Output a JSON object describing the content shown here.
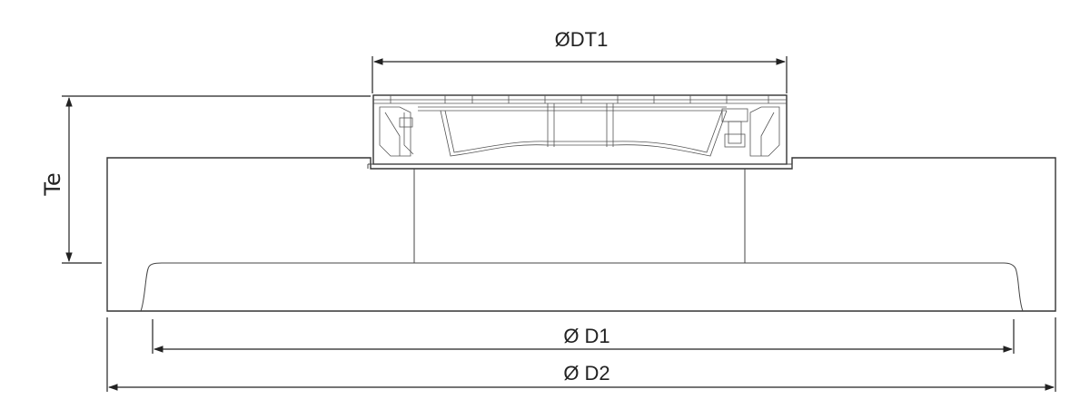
{
  "labels": {
    "dt1": "ØDT1",
    "d1": "Ø D1",
    "d2": "Ø D2",
    "te": "Te"
  }
}
